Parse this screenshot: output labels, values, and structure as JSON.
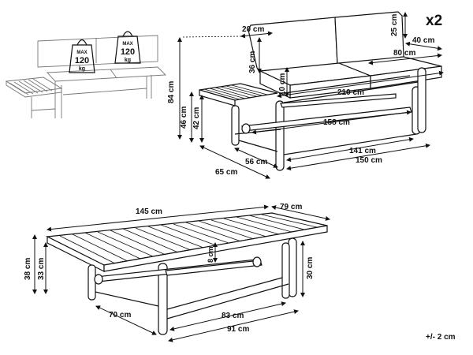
{
  "quantity_label": "x2",
  "tolerance_label": "+/- 2 cm",
  "weight_labels": [
    {
      "line1": "MAX",
      "line2": "120",
      "line3": "kg"
    },
    {
      "line1": "MAX",
      "line2": "120",
      "line3": "kg"
    }
  ],
  "sofa_dimensions": {
    "cushion_top_depth": "20 cm",
    "back_height": "25 cm",
    "armrest_depth": "40 cm",
    "back_cushion_height": "36 cm",
    "seat_width": "80 cm",
    "seat_cushion_height": "10 cm",
    "total_height": "84 cm",
    "table_height": "46 cm",
    "seat_height": "42 cm",
    "overall_length": "210 cm",
    "bar_length": "158 cm",
    "frame_length": "141 cm",
    "base_length": "150 cm",
    "leg_depth": "56 cm",
    "total_depth": "65 cm"
  },
  "table_dimensions": {
    "top_length": "145 cm",
    "top_width": "79 cm",
    "total_height": "38 cm",
    "frame_height": "33 cm",
    "slat_height": "8 cm",
    "leg_height": "30 cm",
    "leg_depth": "70 cm",
    "bar_length": "83 cm",
    "base_length": "91 cm"
  },
  "colors": {
    "line": "#111111",
    "sketch": "#777777"
  }
}
